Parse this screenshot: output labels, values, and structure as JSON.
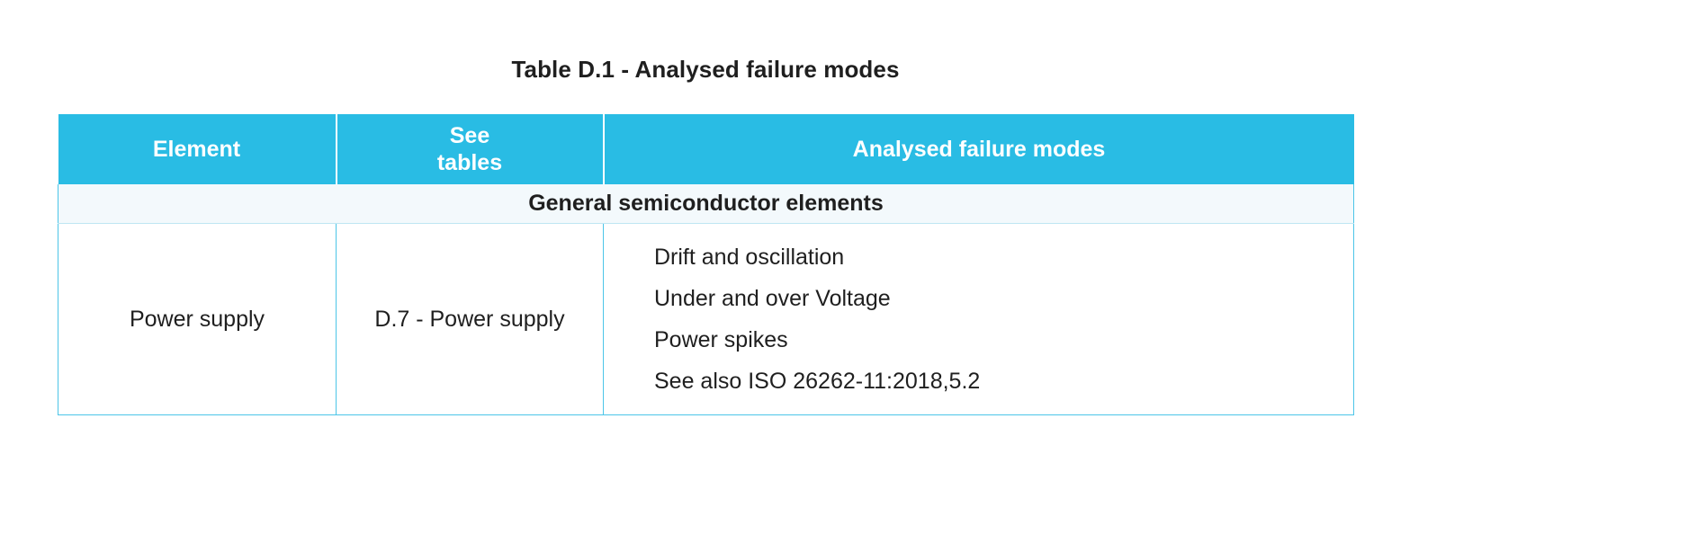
{
  "title": "Table D.1 - Analysed failure modes",
  "colors": {
    "header_background": "#29bce4",
    "header_text": "#ffffff",
    "section_background": "#f3f9fc",
    "border": "#4cc5e8",
    "body_text": "#1f1f1f"
  },
  "table": {
    "headers": {
      "element": "Element",
      "see_tables_line1": "See",
      "see_tables_line2": "tables",
      "analysed_failure_modes": "Analysed failure modes"
    },
    "sections": [
      {
        "label": "General semiconductor elements",
        "rows": [
          {
            "element": "Power supply",
            "see_tables": "D.7 - Power supply",
            "failure_modes": [
              "Drift and oscillation",
              "Under and over Voltage",
              "Power spikes",
              "See also ISO 26262-11:2018,5.2"
            ]
          }
        ]
      }
    ]
  }
}
